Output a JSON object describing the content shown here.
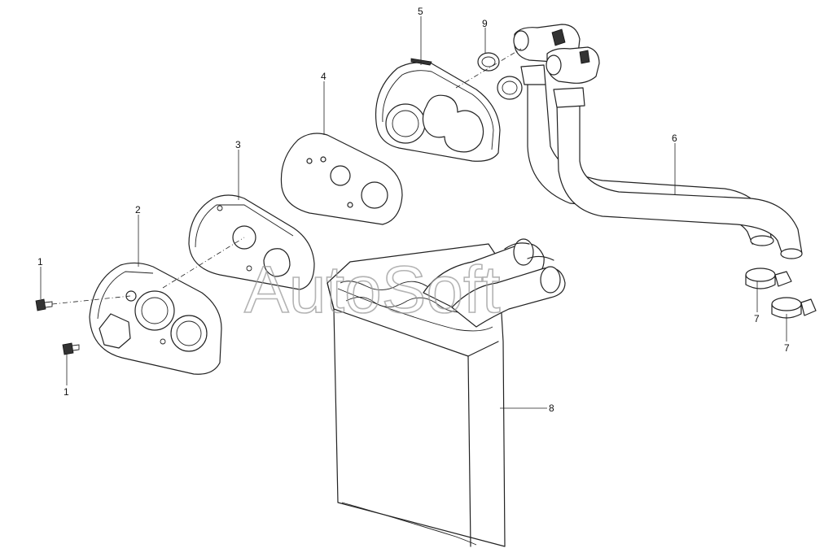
{
  "diagram": {
    "watermark": "AutoSoft",
    "callouts": [
      {
        "id": "c1a",
        "label": "1"
      },
      {
        "id": "c1b",
        "label": "1"
      },
      {
        "id": "c2",
        "label": "2"
      },
      {
        "id": "c3",
        "label": "3"
      },
      {
        "id": "c4",
        "label": "4"
      },
      {
        "id": "c5",
        "label": "5"
      },
      {
        "id": "c6",
        "label": "6"
      },
      {
        "id": "c7a",
        "label": "7"
      },
      {
        "id": "c7b",
        "label": "7"
      },
      {
        "id": "c8",
        "label": "8"
      },
      {
        "id": "c9",
        "label": "9"
      }
    ]
  }
}
